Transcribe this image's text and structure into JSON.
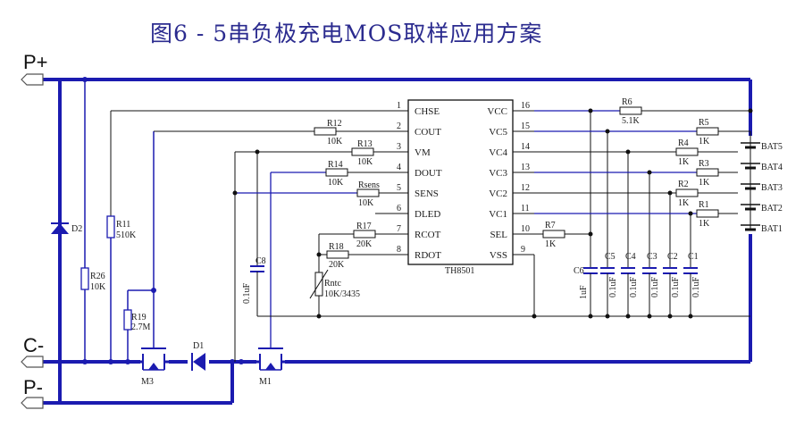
{
  "title": "图6 - 5串负极充电MOS取样应用方案",
  "nets": {
    "p_plus": "P+",
    "c_minus": "C-",
    "p_minus": "P-"
  },
  "ic": {
    "part": "TH8501",
    "left_pins": [
      {
        "num": "1",
        "name": "CHSE"
      },
      {
        "num": "2",
        "name": "COUT"
      },
      {
        "num": "3",
        "name": "VM"
      },
      {
        "num": "4",
        "name": "DOUT"
      },
      {
        "num": "5",
        "name": "SENS"
      },
      {
        "num": "6",
        "name": "DLED"
      },
      {
        "num": "7",
        "name": "RCOT"
      },
      {
        "num": "8",
        "name": "RDOT"
      }
    ],
    "right_pins": [
      {
        "num": "16",
        "name": "VCC"
      },
      {
        "num": "15",
        "name": "VC5"
      },
      {
        "num": "14",
        "name": "VC4"
      },
      {
        "num": "13",
        "name": "VC3"
      },
      {
        "num": "12",
        "name": "VC2"
      },
      {
        "num": "11",
        "name": "VC1"
      },
      {
        "num": "10",
        "name": "SEL"
      },
      {
        "num": "9",
        "name": "VSS"
      }
    ]
  },
  "parts": {
    "r12": {
      "ref": "R12",
      "val": "10K"
    },
    "r13": {
      "ref": "R13",
      "val": "10K"
    },
    "r14": {
      "ref": "R14",
      "val": "10K"
    },
    "rsens": {
      "ref": "Rsens",
      "val": "10K"
    },
    "r17": {
      "ref": "R17",
      "val": "20K"
    },
    "r18": {
      "ref": "R18",
      "val": "20K"
    },
    "rntc": {
      "ref": "Rntc",
      "val": "10K/3435"
    },
    "r6": {
      "ref": "R6",
      "val": "5.1K"
    },
    "r5": {
      "ref": "R5",
      "val": "1K"
    },
    "r4": {
      "ref": "R4",
      "val": "1K"
    },
    "r3": {
      "ref": "R3",
      "val": "1K"
    },
    "r2": {
      "ref": "R2",
      "val": "1K"
    },
    "r1": {
      "ref": "R1",
      "val": "1K"
    },
    "r7": {
      "ref": "R7",
      "val": "1K"
    },
    "r11": {
      "ref": "R11",
      "val": "510K"
    },
    "r26": {
      "ref": "R26",
      "val": "10K"
    },
    "r19": {
      "ref": "R19",
      "val": "2.7M"
    },
    "c8": {
      "ref": "C8",
      "val": "0.1uF"
    },
    "c6": {
      "ref": "C6",
      "val": "1uF"
    },
    "c5": {
      "ref": "C5",
      "val": "0.1uF"
    },
    "c4": {
      "ref": "C4",
      "val": "0.1uF"
    },
    "c3": {
      "ref": "C3",
      "val": "0.1uF"
    },
    "c2": {
      "ref": "C2",
      "val": "0.1uF"
    },
    "c1": {
      "ref": "C1",
      "val": "0.1uF"
    },
    "d1": {
      "ref": "D1"
    },
    "d2": {
      "ref": "D2"
    },
    "m1": {
      "ref": "M1"
    },
    "m3": {
      "ref": "M3"
    }
  },
  "batteries": [
    "BAT5",
    "BAT4",
    "BAT3",
    "BAT2",
    "BAT1"
  ]
}
